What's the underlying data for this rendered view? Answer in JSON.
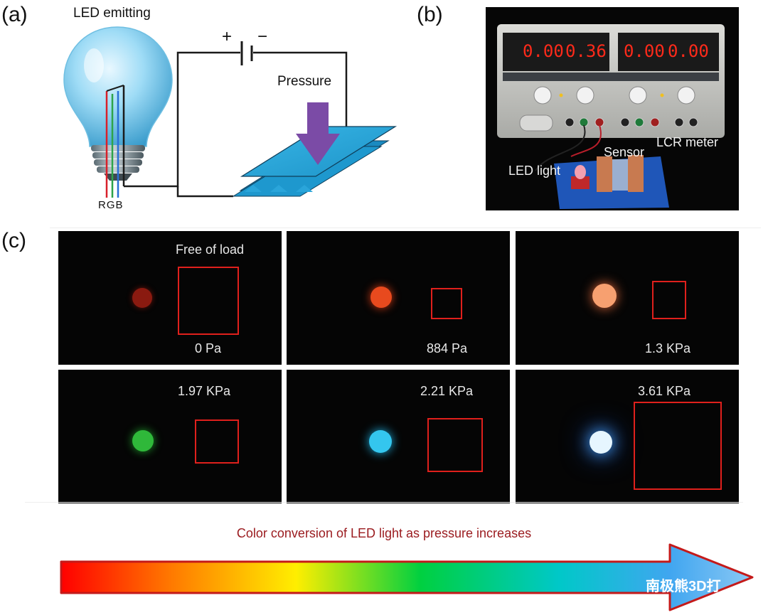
{
  "panels": {
    "a": {
      "label": "(a)",
      "led_title": "LED emitting",
      "plus": "+",
      "minus": "−",
      "pressure": "Pressure",
      "rgb": "RGB"
    },
    "b": {
      "label": "(b)",
      "displays": [
        "0.00",
        "0.36",
        "0.00",
        "0.00"
      ],
      "sensor": "Sensor",
      "lcr": "LCR meter",
      "led_light": "LED light"
    },
    "c": {
      "label": "(c)",
      "free_of_load": "Free of load",
      "tiles": [
        {
          "pressure": "0 Pa",
          "led_color": "#8a1a10"
        },
        {
          "pressure": "884 Pa",
          "led_color": "#e84a1e"
        },
        {
          "pressure": "1.3 KPa",
          "led_color": "#f7a070"
        },
        {
          "pressure": "1.97 KPa",
          "led_color": "#2fb83a"
        },
        {
          "pressure": "2.21 KPa",
          "led_color": "#34c6ee"
        },
        {
          "pressure": "3.61 KPa",
          "led_color": "#e6f6ff"
        }
      ]
    }
  },
  "caption": "Color conversion of LED light as pressure increases",
  "watermark": "南极熊3D打"
}
